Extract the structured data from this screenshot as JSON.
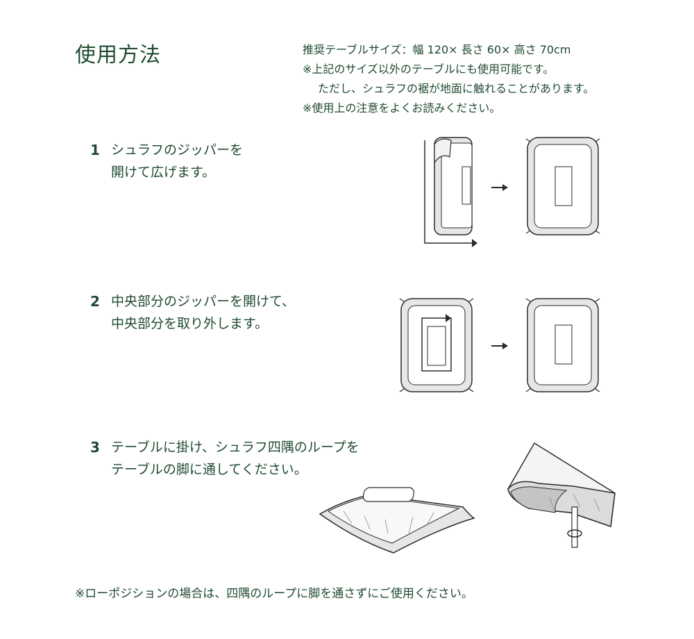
{
  "page": {
    "title": "使用方法",
    "notes": [
      "推奨テーブルサイズ：幅 120× 長さ 60× 高さ 70cm",
      "※上記のサイズ以外のテーブルにも使用可能です。",
      "ただし、シュラフの裾が地面に触れることがあります。",
      "※使用上の注意をよくお読みください。"
    ],
    "steps": [
      {
        "number": "1",
        "lines": [
          "シュラフのジッパーを",
          "開けて広げます。"
        ]
      },
      {
        "number": "2",
        "lines": [
          "中央部分のジッパーを開けて、",
          "中央部分を取り外します。"
        ]
      },
      {
        "number": "3",
        "lines": [
          "テーブルに掛け、シュラフ四隅のループを",
          "テーブルの脚に通してください。"
        ]
      }
    ],
    "footer": "※ローポジションの場合は、四隅のループに脚を通さずにご使用ください。"
  },
  "colors": {
    "text": "#1f4a30",
    "outline": "#2a2a2a",
    "panel_fill": "#e6e6e6",
    "inner_fill": "#ffffff"
  },
  "icons": {
    "arrow": "right-arrow-icon"
  }
}
